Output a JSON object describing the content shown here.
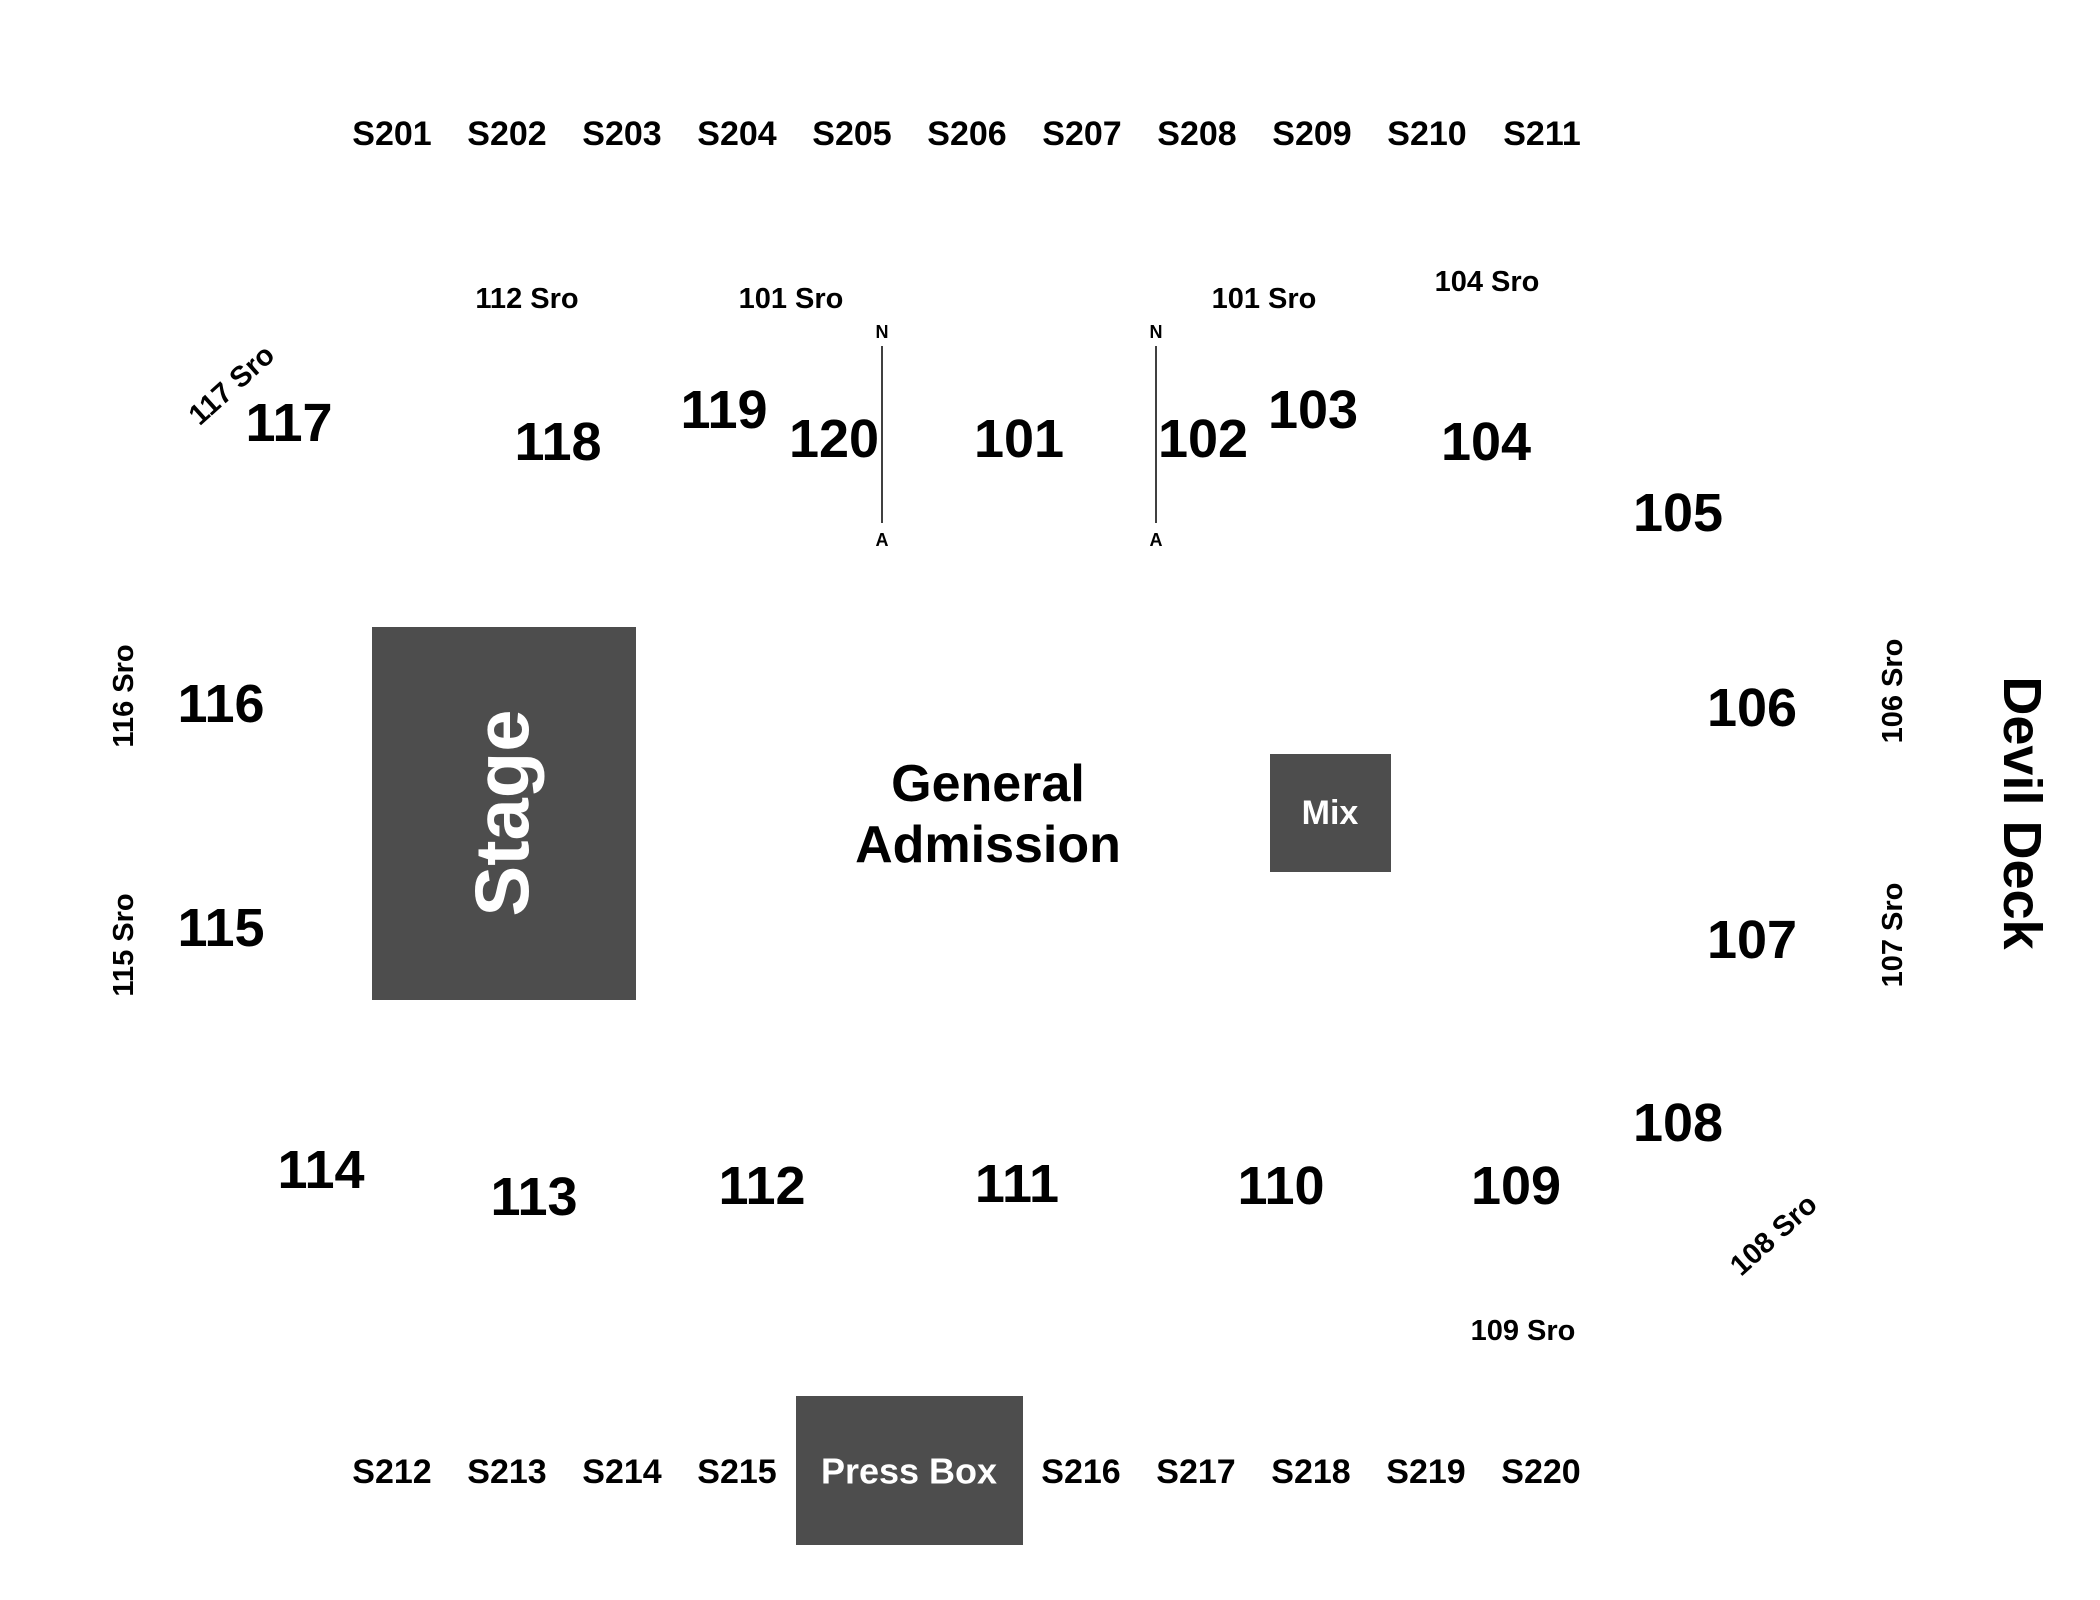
{
  "colors": {
    "block_fill": "#4d4d4d",
    "block_text": "#ffffff",
    "text": "#000000",
    "background": "#ffffff"
  },
  "areas": {
    "stage": "Stage",
    "general_admission_line1": "General",
    "general_admission_line2": "Admission",
    "mix": "Mix",
    "press_box": "Press Box",
    "devil_deck": "Devil Deck"
  },
  "suites": {
    "top": [
      "S201",
      "S202",
      "S203",
      "S204",
      "S205",
      "S206",
      "S207",
      "S208",
      "S209",
      "S210",
      "S211"
    ],
    "bottom_left": [
      "S212",
      "S213",
      "S214",
      "S215"
    ],
    "bottom_right": [
      "S216",
      "S217",
      "S218",
      "S219",
      "S220"
    ]
  },
  "sections": {
    "s117": "117",
    "s118": "118",
    "s119": "119",
    "s120": "120",
    "s101": "101",
    "s102": "102",
    "s103": "103",
    "s104": "104",
    "s105": "105",
    "s106": "106",
    "s107": "107",
    "s108": "108",
    "s109": "109",
    "s110": "110",
    "s111": "111",
    "s112": "112",
    "s113": "113",
    "s114": "114",
    "s115": "115",
    "s116": "116"
  },
  "sro": {
    "sro117": "117 Sro",
    "sro112": "112 Sro",
    "sro101_left": "101 Sro",
    "sro101_right": "101 Sro",
    "sro104": "104 Sro",
    "sro116": "116 Sro",
    "sro115": "115 Sro",
    "sro106": "106 Sro",
    "sro107": "107 Sro",
    "sro108": "108 Sro",
    "sro109": "109 Sro"
  },
  "aisle_markers": {
    "left_top": "N",
    "left_bottom": "A",
    "right_top": "N",
    "right_bottom": "A"
  }
}
